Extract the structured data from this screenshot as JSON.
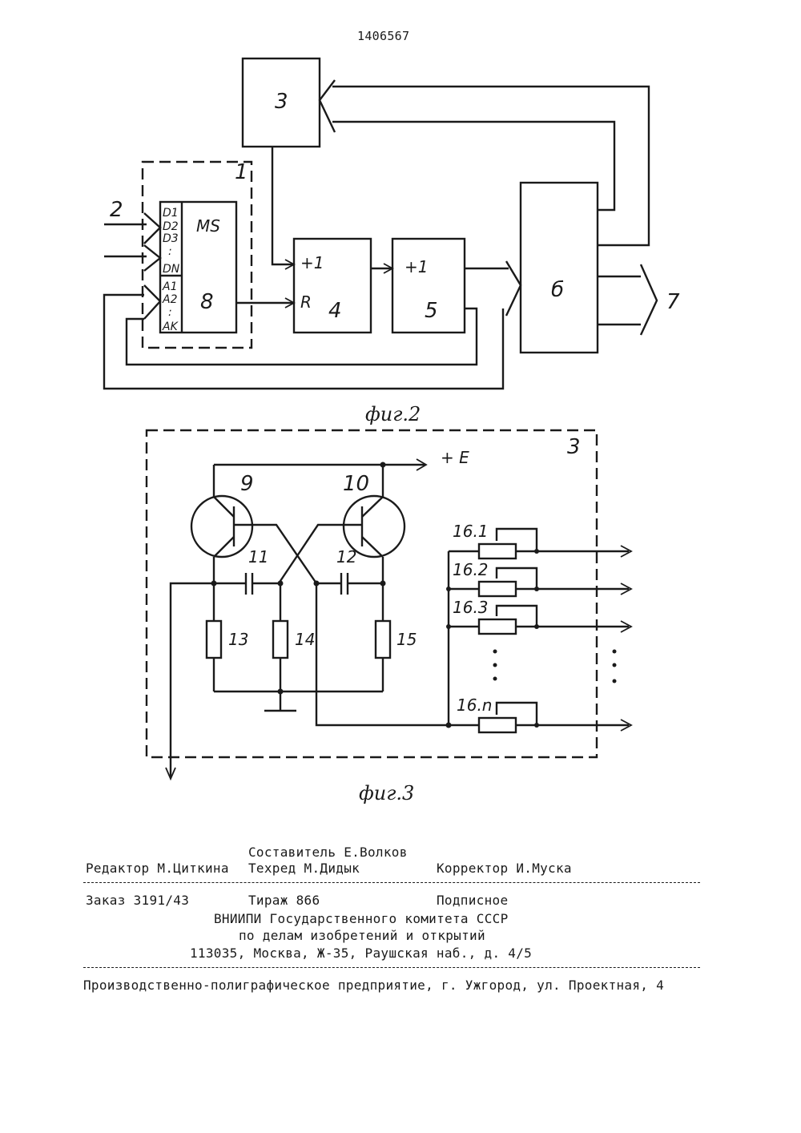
{
  "patent_number": "1406567",
  "fig2": {
    "caption": "фиг.2",
    "block_labels": {
      "b1": "1",
      "b2": "2",
      "b3": "3",
      "b4": "4",
      "b5": "5",
      "b6": "б",
      "b7": "7",
      "b8": "8"
    },
    "ms_label": "MS",
    "pins_d": [
      "D1",
      "D2",
      "D3",
      "DN"
    ],
    "pins_a": [
      "A1",
      "A2",
      "AK"
    ],
    "counter4_inputs": [
      "+1",
      "R"
    ],
    "counter5_input": "+1"
  },
  "fig3": {
    "caption": "фиг.3",
    "block_label": "3",
    "supply_label": "+ E",
    "components": [
      "9",
      "10",
      "11",
      "12",
      "13",
      "14",
      "15"
    ],
    "resistor_labels": [
      "16.1",
      "16.2",
      "16.3",
      "16.n"
    ]
  },
  "imprint": {
    "compiler": "Составитель Е.Волков",
    "editor": "Редактор М.Циткина",
    "techred": "Техред  М.Дидык",
    "corrector": "Корректор И.Муска",
    "order": "Заказ 3191/43",
    "circulation": "Тираж 866",
    "subscription": "Подписное",
    "org_line1": "ВНИИПИ Государственного комитета СССР",
    "org_line2": "по делам изобретений и открытий",
    "address": "113035, Москва, Ж-35, Раушская наб., д. 4/5",
    "printer": "Производственно-полиграфическое предприятие, г. Ужгород, ул. Проектная, 4"
  }
}
